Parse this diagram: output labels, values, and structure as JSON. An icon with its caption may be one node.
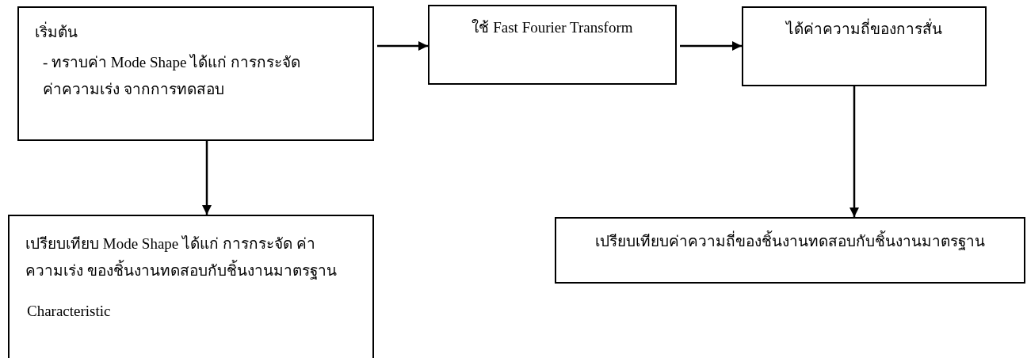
{
  "diagram": {
    "nodes": [
      {
        "text": [
          "เริ่มต้น",
          "- ทราบค่า Mode Shape ได้แก่ การกระจัด ค่าความเร่ง จากการทดสอบ"
        ]
      },
      {
        "text": [
          "ใช้ Fast Fourier Transform"
        ]
      },
      {
        "text": [
          "ได้ค่าความถี่ของการสั่น"
        ]
      },
      {
        "text": [
          "เปรียบเทียบ Mode Shape ได้แก่ การกระจัด ค่าความเร่ง ของชิ้นงานทดสอบกับชิ้นงานมาตรฐาน",
          "Characteristic"
        ]
      },
      {
        "text": [
          "เปรียบเทียบค่าความถี่ของชิ้นงานทดสอบกับชิ้นงานมาตรฐาน"
        ]
      }
    ],
    "edges": [
      {
        "from": 0,
        "to": 1,
        "arrow": "to"
      },
      {
        "from": 1,
        "to": 2,
        "arrow": "to"
      },
      {
        "from": 0,
        "to": 3,
        "arrow": "to"
      },
      {
        "from": 2,
        "to": 4,
        "arrow": "to"
      }
    ]
  }
}
